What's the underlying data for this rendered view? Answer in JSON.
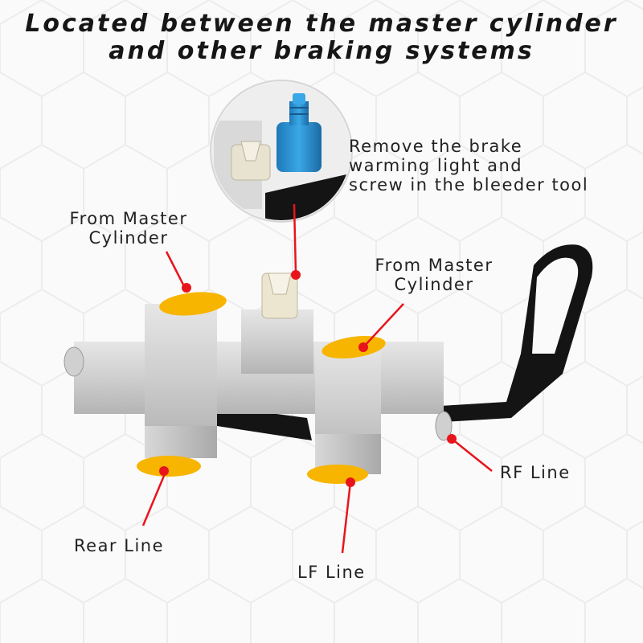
{
  "headline": {
    "line1": "Located between the master cylinder",
    "line2": "and other braking systems"
  },
  "callouts": {
    "bleeder_note": {
      "line1": "Remove the brake",
      "line2": "warming light and",
      "line3": "screw in the bleeder tool"
    },
    "from_master_left": {
      "line1": "From Master",
      "line2": "Cylinder"
    },
    "from_master_right": {
      "line1": "From Master",
      "line2": "Cylinder"
    },
    "rf_line": "RF Line",
    "rear_line": "Rear Line",
    "lf_line": "LF Line"
  },
  "colors": {
    "marker_red": "#e8141c",
    "cap_yellow": "#f7b500",
    "body_silver": "#c8c8c8",
    "bleeder_blue": "#2d8fd0",
    "bracket_black": "#141414",
    "background": "#fafafa"
  },
  "product": "brake proportioning valve with bleeder tool"
}
